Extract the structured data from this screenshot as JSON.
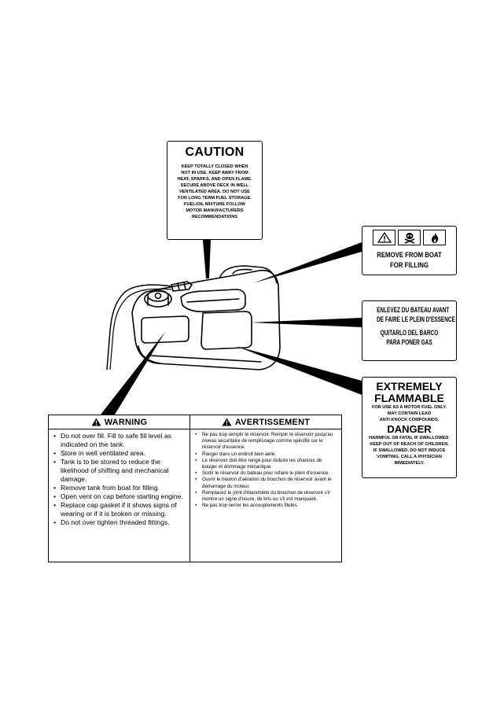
{
  "caution": {
    "title": "CAUTION",
    "lines": [
      "KEEP TOTALLY CLOSED WHEN",
      "NOT IN USE. KEEP AWAY FROM",
      "HEAT, SPARKS, AND OPEN FLAME.",
      "SECURE ABOVE DECK IN WELL",
      "VENTILATED AREA. DO NOT USE",
      "FOR LONG TERM FUEL STORAGE.",
      "FUEL/OIL MIXTURE FOLLOW",
      "MOTOR MANUFACTURERS",
      "RECOMMENDATIONS"
    ]
  },
  "remove": {
    "icons": [
      "warning-triangle-icon",
      "skull-crossbones-icon",
      "flame-icon"
    ],
    "lines": [
      "REMOVE FROM BOAT",
      "FOR FILLING"
    ]
  },
  "enlevez": {
    "fr": [
      "ENLEVEZ DU BATEAU AVANT",
      "DE FAIRE LE PLEIN D'ESSENCE"
    ],
    "es": [
      "QUITARLO DEL BARCO",
      "PARA PONER GAS"
    ]
  },
  "flammable": {
    "title": [
      "EXTREMELY",
      "FLAMMABLE"
    ],
    "lines1": [
      "FOR USE AS A MOTOR FUEL ONLY.",
      "MAY CONTAIN LEAD",
      "ANTI-KNOCK COMPOUNDS."
    ],
    "danger": "DANGER",
    "lines2": [
      "HARMFUL OR FATAL IF SWALLOWED.",
      "KEEP OUT OF REACH OF CHILDREN.",
      "IF SWALLOWED, DO NOT INDUCE",
      "VOMITING. CALL A PHYSICIAN",
      "IMMEDIATELY."
    ]
  },
  "warning": {
    "heading_en": "WARNING",
    "heading_fr": "AVERTISSEMENT",
    "items_en": [
      "Do not over fill. Fill to safe fill level as indicated on the tank.",
      "Store in well ventilated area.",
      "Tank is to be stored to reduce the likelihood of shifting and mechanical damage.",
      "Remove tank from boat for filling.",
      "Open vent on cap before starting engine.",
      "Replace cap gasket if it shows signs of wearing or if it is broken or missing.",
      "Do not over tighten threaded fittings."
    ],
    "items_fr": [
      "Ne pas trop remplir le réservoir. Remplir le réservoir jusqu'au niveau sécuritaire de remplissage comme spécifié sur le réservoir d'essence.",
      "Ranger dans un endroit bien aéré.",
      "Le réservoir doit être rangé pour réduire les chances de bouger et dommage mécanique.",
      "Sortir le réservoir du bateau pour refaire le plein d'essence.",
      "Ouvrir le bouton d'aération du bouchon de réservoir avant le démarrage du moteur.",
      "Remplacez le joint d'étanchéité du bouchon de réservoir s'il montre un signe d'usure, de bris ou s'il est manquant.",
      "Ne pas trop serrer les accouplements filetés."
    ]
  }
}
